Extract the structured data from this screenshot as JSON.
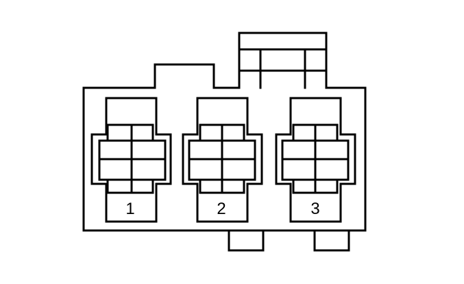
{
  "diagram": {
    "cavities": [
      {
        "label": "1"
      },
      {
        "label": "2"
      },
      {
        "label": "3"
      }
    ]
  }
}
